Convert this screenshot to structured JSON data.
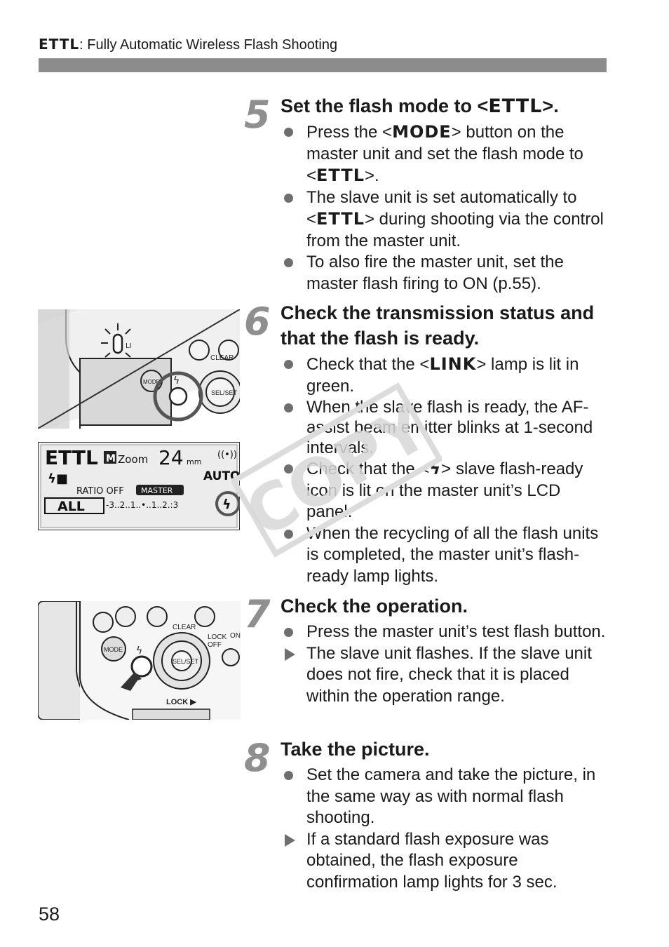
{
  "header": {
    "mode_symbol": "ETTL",
    "title": ": Fully Automatic Wireless Flash Shooting"
  },
  "steps": [
    {
      "number": "5",
      "title_pre": "Set the flash mode to <",
      "title_sym": "ETTL",
      "title_post": ">.",
      "items": [
        {
          "parts": [
            "Press the <",
            "MODE",
            "> button on the master unit and set the flash mode to <",
            "ETTL",
            ">."
          ]
        },
        {
          "parts": [
            "The slave unit is set automatically to <",
            "ETTL",
            "> during shooting via the control from the master unit."
          ]
        },
        {
          "parts": [
            "To also fire the master unit, set the master flash firing to ON (p.55)."
          ]
        }
      ]
    },
    {
      "number": "6",
      "title": "Check the transmission status and that the flash is ready.",
      "items": [
        {
          "parts": [
            "Check that the <",
            "LINK",
            "> lamp is lit in green."
          ]
        },
        {
          "parts": [
            "When the slave flash is ready, the AF-assist beam emitter blinks at 1-second intervals."
          ]
        },
        {
          "parts": [
            "Check that the <",
            "ϟ",
            "> slave flash-ready icon is lit on the master unit’s LCD panel."
          ]
        },
        {
          "parts": [
            "When the recycling of all the flash units is completed, the master unit’s flash-ready lamp lights."
          ]
        }
      ]
    },
    {
      "number": "7",
      "title": "Check the operation.",
      "items": [
        {
          "parts": [
            "Press the master unit’s test flash button."
          ]
        },
        {
          "parts": [
            "The slave unit flashes. If the slave unit does not fire, check that it is placed within the operation range."
          ]
        }
      ]
    },
    {
      "number": "8",
      "title": "Take the picture.",
      "items": [
        {
          "parts": [
            "Set the camera and take the picture, in the same way as with normal flash shooting."
          ]
        },
        {
          "parts": [
            "If a standard flash exposure was obtained, the flash exposure confirmation lamp lights for 3 sec."
          ]
        }
      ]
    }
  ],
  "illustrations": {
    "flash_top": {
      "clear_label": "CLEAR",
      "mode_label": "MODE",
      "sel_label": "SEL/SET"
    },
    "lcd": {
      "mode": "ETTL",
      "zoom_label": "Zoom",
      "zoom_value": "24",
      "zoom_unit": "mm",
      "auto": "AUTO",
      "ratio": "RATIO OFF",
      "master": "MASTER",
      "group": "ALL",
      "scale": "-3..2..1..•..1..2.:3"
    },
    "flash_back": {
      "clear_label": "CLEAR",
      "lock_label": "LOCK",
      "off_label": "OFF",
      "on_label": "ON",
      "mode_label": "MODE",
      "sel_label": "SEL/SET",
      "lock_bottom": "LOCK ▶"
    }
  },
  "watermark": "COPY",
  "page_number": "58"
}
